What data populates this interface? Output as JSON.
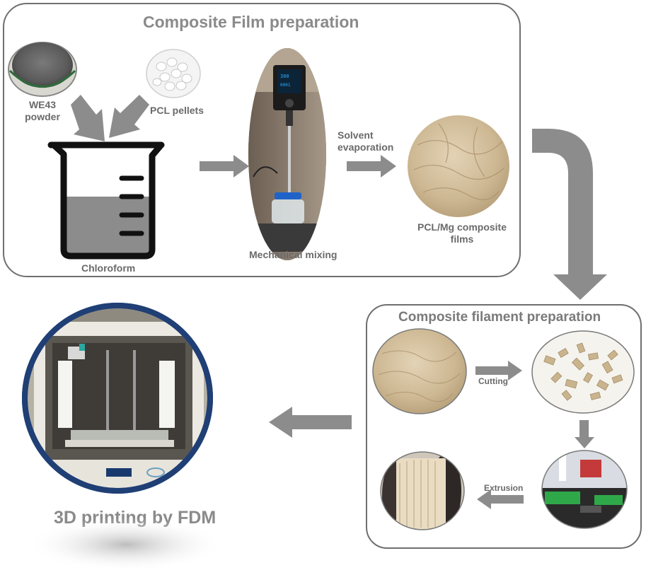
{
  "film": {
    "title": "Composite Film preparation",
    "we43": "WE43 powder",
    "pcl": "PCL pellets",
    "chloroform": "Chloroform",
    "mixing": "Mechanical mixing",
    "evaporation": "Solvent evaporation",
    "films": "PCL/Mg composite films"
  },
  "filament": {
    "title": "Composite filament preparation",
    "cutting": "Cutting",
    "extrusion": "Extrusion"
  },
  "printing": {
    "title": "3D printing by FDM"
  },
  "colors": {
    "arrow": "#8c8c8c",
    "panel_border": "#6f6f6f",
    "label": "#6a6a6a",
    "ring": "#1f3f75"
  }
}
